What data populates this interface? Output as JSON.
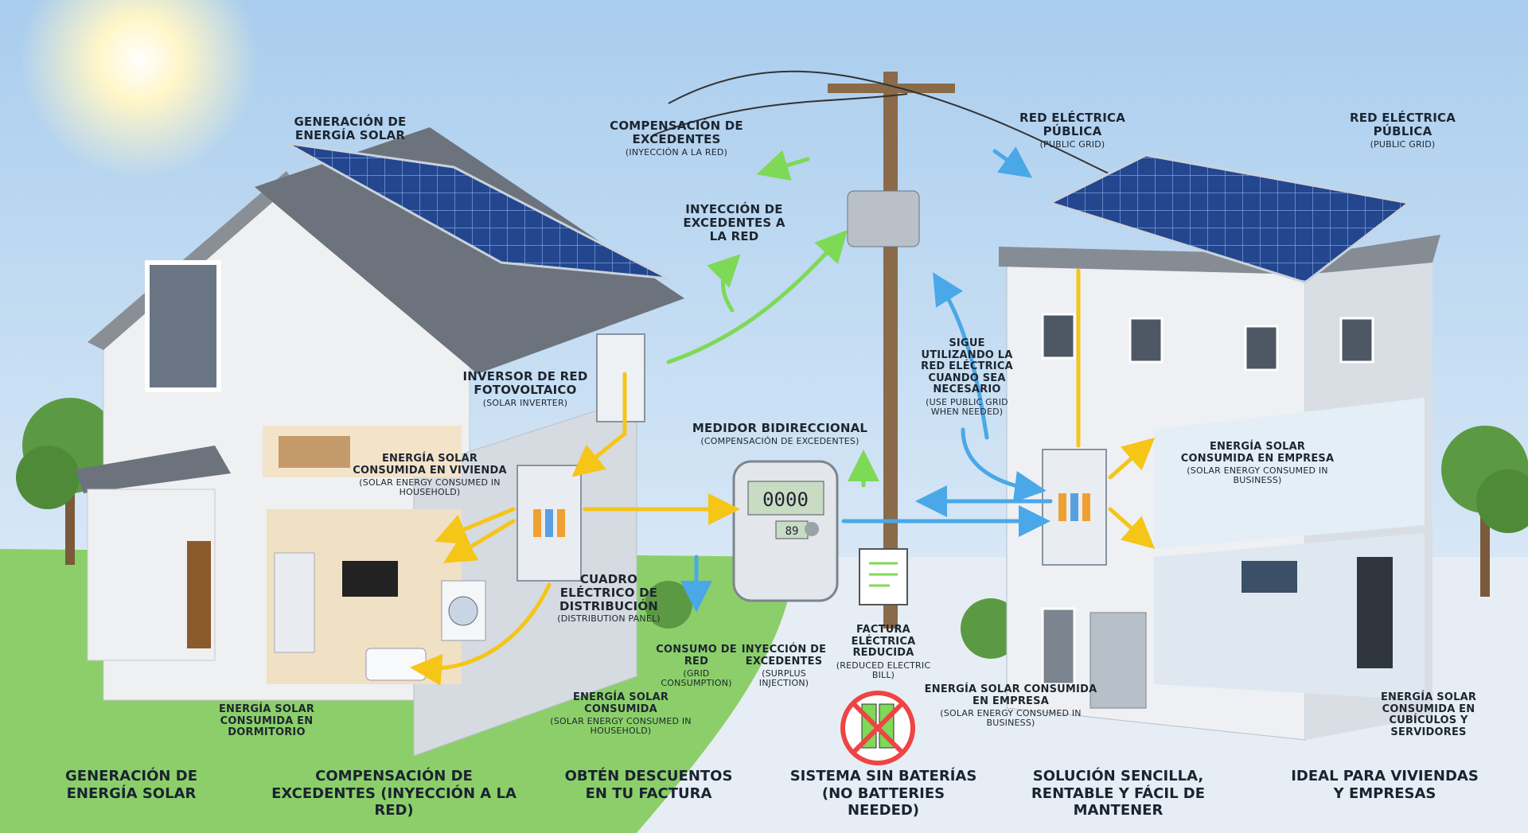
{
  "labels": {
    "gen_solar": "GENERACIÓN DE ENERGÍA SOLAR",
    "compensacion": "COMPENSACIÓN DE EXCEDENTES",
    "compensacion_sub": "(INYECCIÓN A LA RED)",
    "inyeccion_red": "INYECCIÓN DE EXCEDENTES A LA RED",
    "red_publica_1": "RED ELÉCTRICA PÚBLICA",
    "red_publica_1_sub": "(PUBLIC GRID)",
    "red_publica_2": "RED ELÉCTRICA PÚBLICA",
    "red_publica_2_sub": "(PUBLIC GRID)",
    "inversor": "INVERSOR DE RED FOTOVOLTAICO",
    "inversor_sub": "(SOLAR INVERTER)",
    "sigue": "SIGUE UTILIZANDO LA RED ELÉCTRICA CUANDO SEA NECESARIO",
    "sigue_sub": "(USE PUBLIC GRID WHEN NEEDED)",
    "medidor": "MEDIDOR BIDIRECCIONAL",
    "medidor_sub": "(COMPENSACIÓN DE EXCEDENTES)",
    "vivienda": "ENERGÍA SOLAR CONSUMIDA EN VIVIENDA",
    "vivienda_sub": "(SOLAR ENERGY CONSUMED IN HOUSEHOLD)",
    "empresa_top": "ENERGÍA SOLAR CONSUMIDA EN EMPRESA",
    "empresa_top_sub": "(SOLAR ENERGY CONSUMED IN BUSINESS)",
    "cuadro": "CUADRO ELÉCTRICO DE DISTRIBUCIÓN",
    "cuadro_sub": "(DISTRIBUTION PANEL)",
    "consumo_red": "CONSUMO DE RED",
    "consumo_red_sub": "(GRID CONSUMPTION)",
    "inyeccion_exc": "INYECCIÓN DE EXCEDENTES",
    "inyeccion_exc_sub": "(SURPLUS INJECTION)",
    "factura": "FACTURA ELÉCTRICA REDUCIDA",
    "factura_sub": "(REDUCED ELECTRIC BILL)",
    "dormitorio": "ENERGÍA SOLAR CONSUMIDA EN DORMITORIO",
    "household2": "ENERGÍA SOLAR CONSUMIDA",
    "household2_sub": "(SOLAR ENERGY CONSUMED IN HOUSEHOLD)",
    "empresa_bottom": "ENERGÍA SOLAR CONSUMIDA EN EMPRESA",
    "empresa_bottom_sub": "(SOLAR ENERGY CONSUMED IN BUSINESS)",
    "cubiculos": "ENERGÍA SOLAR CONSUMIDA EN CUBÍCULOS Y SERVIDORES"
  },
  "meter": {
    "display_main": "0000",
    "display_sub": "89"
  },
  "footer": [
    "GENERACIÓN DE ENERGÍA SOLAR",
    "COMPENSACIÓN DE EXCEDENTES (INYECCIÓN A LA RED)",
    "OBTÉN DESCUENTOS EN TU FACTURA",
    "SISTEMA SIN BATERÍAS (NO BATTERIES NEEDED)",
    "SOLUCIÓN SENCILLA, RENTABLE Y FÁCIL DE MANTENER",
    "IDEAL PARA VIVIENDAS Y EMPRESAS"
  ],
  "colors": {
    "solar_flow": "#f5c518",
    "grid_flow": "#4aa8e8",
    "injection_flow": "#7ed957",
    "panel": "#1f3f8a",
    "sky": "#cfe3f5"
  }
}
